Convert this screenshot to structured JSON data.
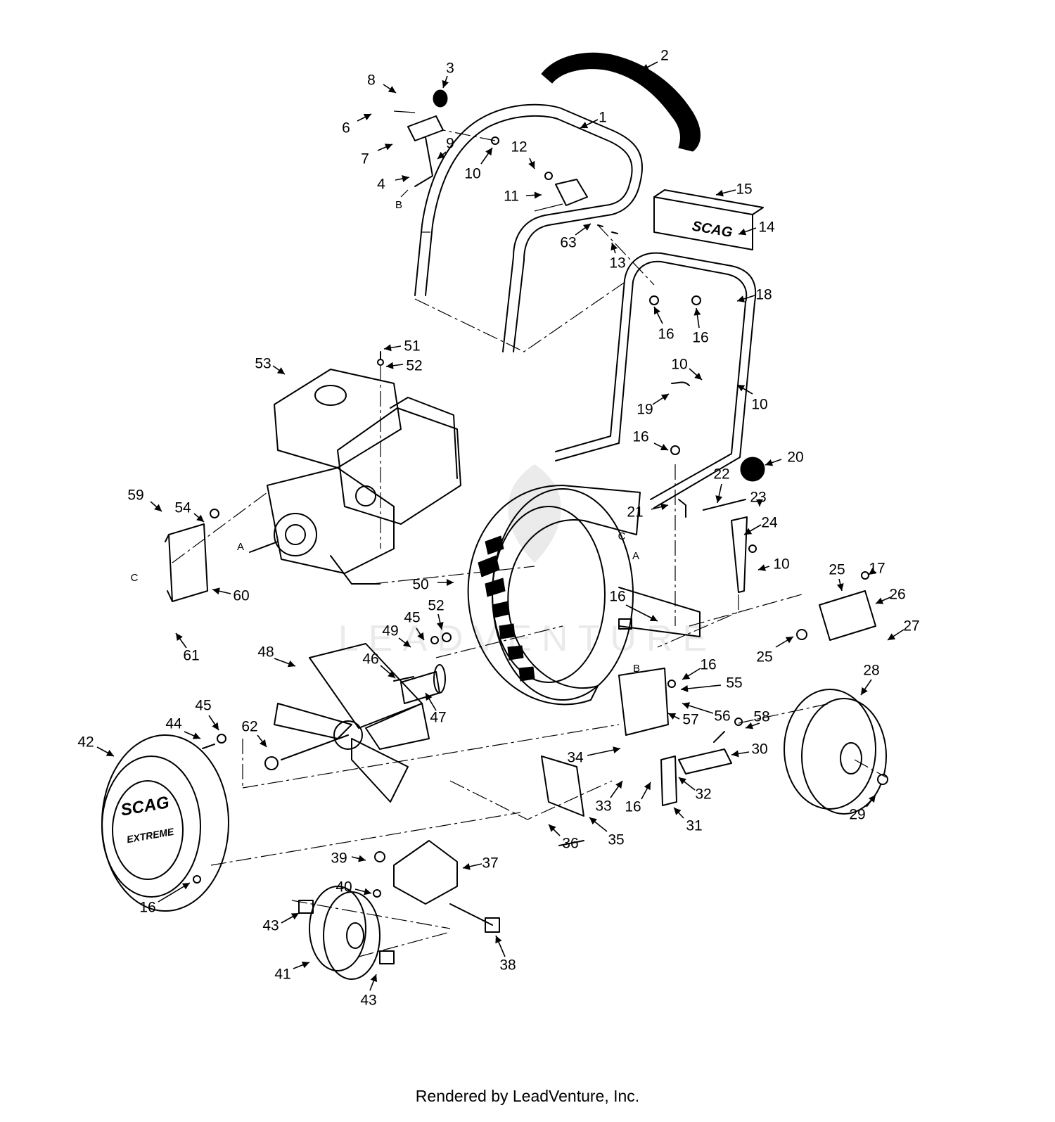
{
  "footer": {
    "text": "Rendered by LeadVenture, Inc."
  },
  "logos": {
    "plate": "SCAG",
    "cover_brand": "SCAG",
    "cover_model": "EXTREME"
  },
  "watermark": {
    "text": "LEADVENTURE"
  },
  "callouts": [
    {
      "label": "1"
    },
    {
      "label": "2"
    },
    {
      "label": "3"
    },
    {
      "label": "8"
    },
    {
      "label": "6"
    },
    {
      "label": "7"
    },
    {
      "label": "9"
    },
    {
      "label": "4"
    },
    {
      "label": "10"
    },
    {
      "label": "12"
    },
    {
      "label": "11"
    },
    {
      "label": "15"
    },
    {
      "label": "14"
    },
    {
      "label": "63"
    },
    {
      "label": "13"
    },
    {
      "label": "18"
    },
    {
      "label": "16"
    },
    {
      "label": "16"
    },
    {
      "label": "51"
    },
    {
      "label": "52"
    },
    {
      "label": "53"
    },
    {
      "label": "10"
    },
    {
      "label": "10"
    },
    {
      "label": "19"
    },
    {
      "label": "16"
    },
    {
      "label": "20"
    },
    {
      "label": "22"
    },
    {
      "label": "23"
    },
    {
      "label": "21"
    },
    {
      "label": "24"
    },
    {
      "label": "59"
    },
    {
      "label": "54"
    },
    {
      "label": "10"
    },
    {
      "label": "17"
    },
    {
      "label": "25"
    },
    {
      "label": "26"
    },
    {
      "label": "60"
    },
    {
      "label": "50"
    },
    {
      "label": "16"
    },
    {
      "label": "27"
    },
    {
      "label": "52"
    },
    {
      "label": "45"
    },
    {
      "label": "49"
    },
    {
      "label": "25"
    },
    {
      "label": "61"
    },
    {
      "label": "48"
    },
    {
      "label": "46"
    },
    {
      "label": "16"
    },
    {
      "label": "28"
    },
    {
      "label": "55"
    },
    {
      "label": "45"
    },
    {
      "label": "58"
    },
    {
      "label": "44"
    },
    {
      "label": "62"
    },
    {
      "label": "47"
    },
    {
      "label": "56"
    },
    {
      "label": "57"
    },
    {
      "label": "42"
    },
    {
      "label": "34"
    },
    {
      "label": "30"
    },
    {
      "label": "33"
    },
    {
      "label": "16"
    },
    {
      "label": "32"
    },
    {
      "label": "31"
    },
    {
      "label": "29"
    },
    {
      "label": "36"
    },
    {
      "label": "35"
    },
    {
      "label": "39"
    },
    {
      "label": "37"
    },
    {
      "label": "40"
    },
    {
      "label": "16"
    },
    {
      "label": "43"
    },
    {
      "label": "38"
    },
    {
      "label": "41"
    },
    {
      "label": "43"
    }
  ],
  "ref_letters": [
    {
      "label": "B"
    },
    {
      "label": "A"
    },
    {
      "label": "C"
    },
    {
      "label": "C"
    },
    {
      "label": "A"
    },
    {
      "label": "B"
    }
  ]
}
